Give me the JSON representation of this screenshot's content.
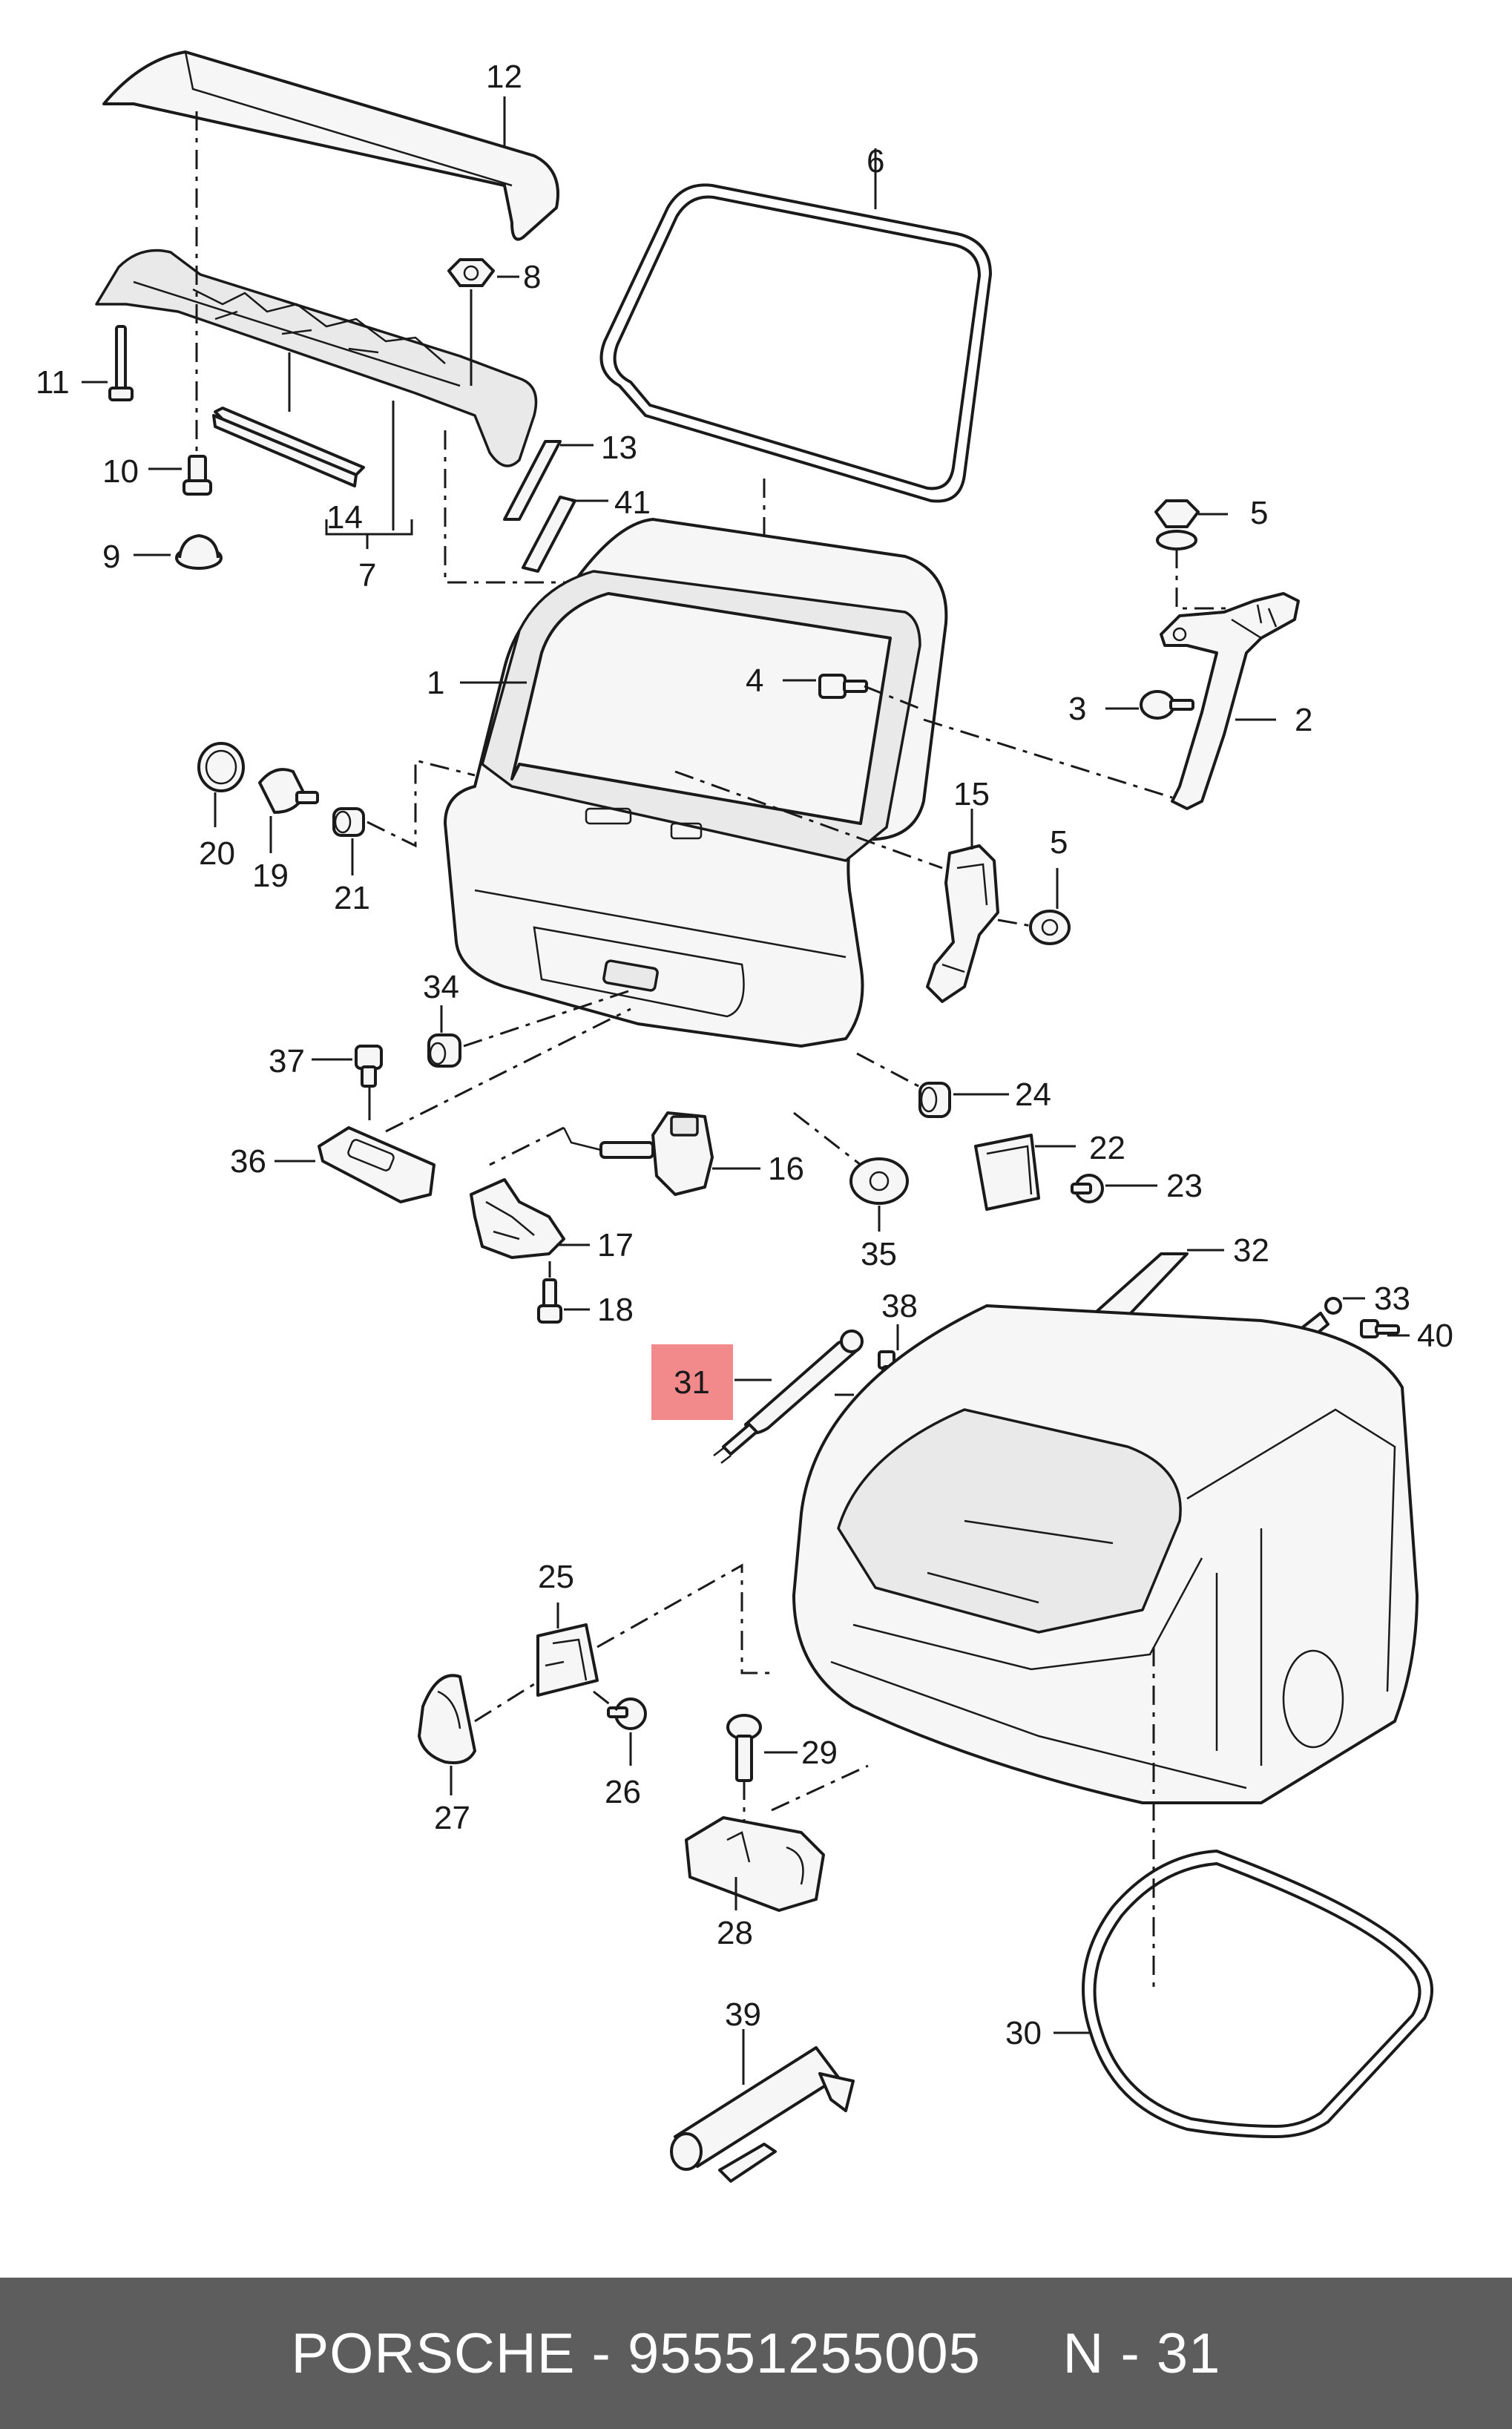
{
  "footer": {
    "brand": "PORSCHE",
    "separator": " - ",
    "part_number": "95551255005",
    "gap": "     ",
    "diagram_ref": "N - 31"
  },
  "highlight": {
    "label": "31",
    "color": "#f28a8c"
  },
  "colors": {
    "line": "#1a1a1a",
    "footer_bg": "#5d5d5d",
    "footer_text": "#ffffff"
  },
  "callouts": {
    "c1": "1",
    "c2": "2",
    "c3": "3",
    "c4": "4",
    "c5a": "5",
    "c5b": "5",
    "c6": "6",
    "c7": "7",
    "c8": "8",
    "c9": "9",
    "c10": "10",
    "c11": "11",
    "c12": "12",
    "c13": "13",
    "c14": "14",
    "c15": "15",
    "c16": "16",
    "c17": "17",
    "c18": "18",
    "c19": "19",
    "c20": "20",
    "c21": "21",
    "c22": "22",
    "c23": "23",
    "c24": "24",
    "c25": "25",
    "c26": "26",
    "c27": "27",
    "c28": "28",
    "c29": "29",
    "c30": "30",
    "c31": "31",
    "c32": "32",
    "c33": "33",
    "c34": "34",
    "c35": "35",
    "c36": "36",
    "c37": "37",
    "c38": "38",
    "c39": "39",
    "c40": "40",
    "c41": "41"
  }
}
